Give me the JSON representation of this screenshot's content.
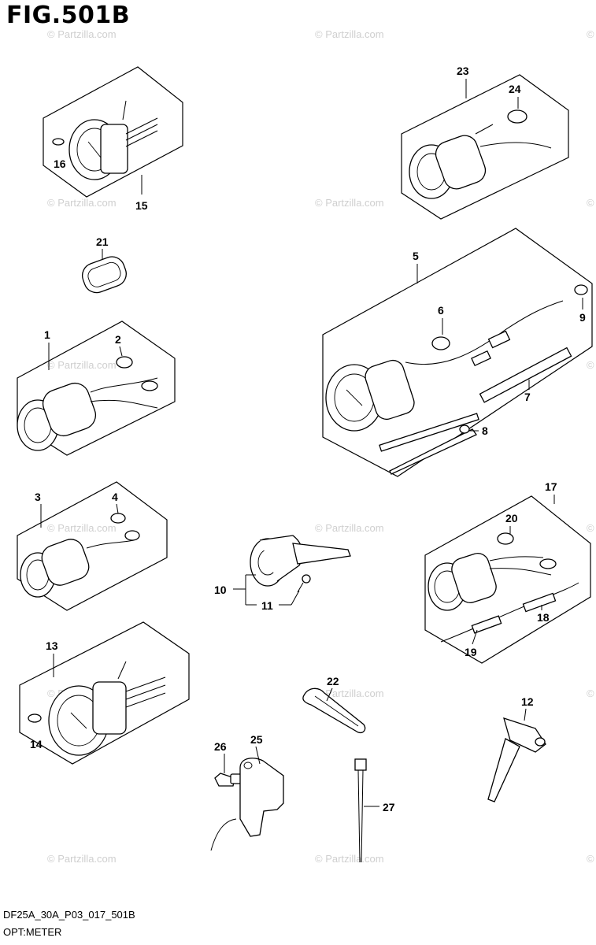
{
  "figure": {
    "title": "FIG.501B",
    "code": "DF25A_30A_P03_017_501B",
    "name": "OPT:METER"
  },
  "watermark": "© Partzilla.com",
  "callouts": {
    "c1": "1",
    "c2": "2",
    "c3": "3",
    "c4": "4",
    "c5": "5",
    "c6": "6",
    "c7": "7",
    "c8": "8",
    "c9": "9",
    "c10": "10",
    "c11": "11",
    "c12": "12",
    "c13": "13",
    "c14": "14",
    "c15": "15",
    "c16": "16",
    "c17": "17",
    "c18": "18",
    "c19": "19",
    "c20": "20",
    "c21": "21",
    "c22": "22",
    "c23": "23",
    "c24": "24",
    "c25": "25",
    "c26": "26",
    "c27": "27"
  },
  "colors": {
    "line": "#000000",
    "watermark": "#cfcfcf",
    "background": "#ffffff"
  }
}
